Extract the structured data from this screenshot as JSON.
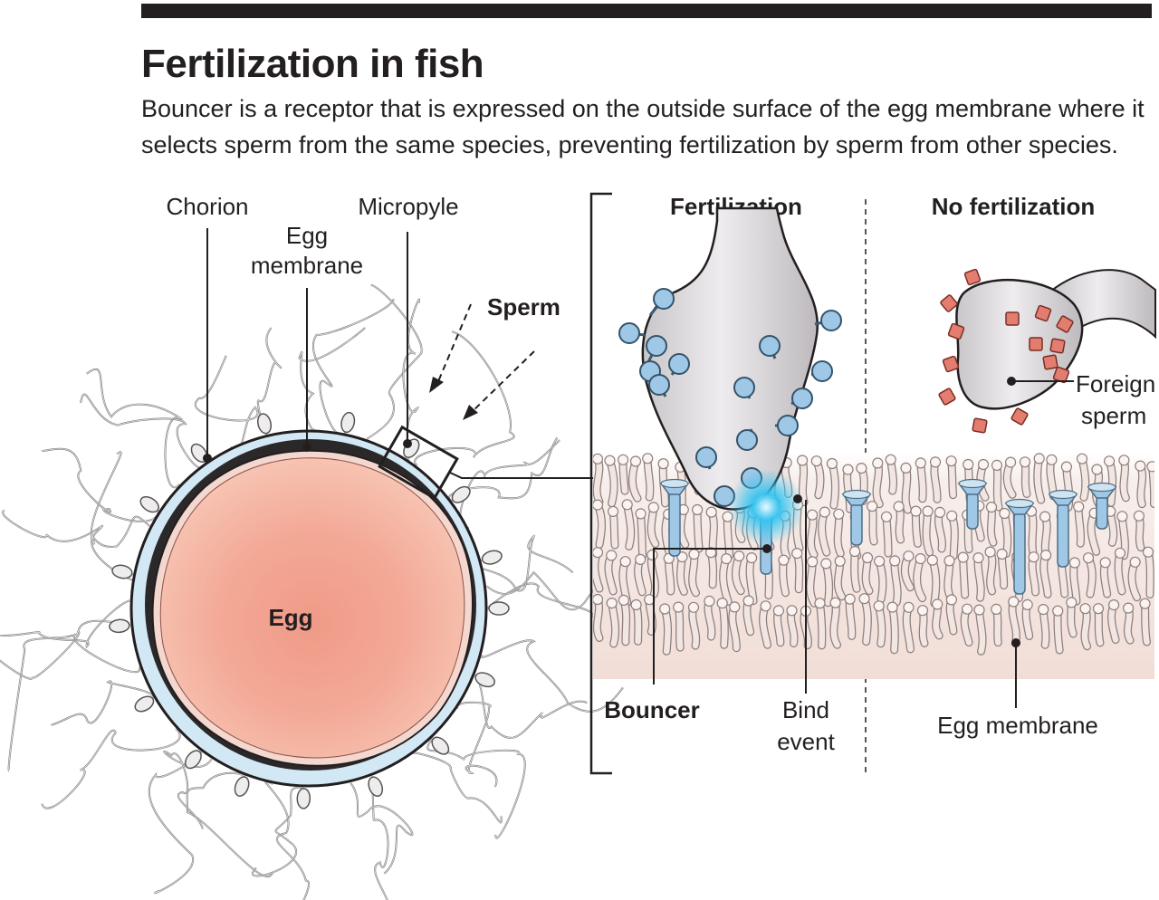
{
  "header": {
    "title": "Fertilization in fish",
    "subtitle_line1": "Bouncer is a receptor that is expressed on the outside surface of the egg membrane where it",
    "subtitle_line2": "selects sperm from the same species, preventing fertilization by sperm from other species."
  },
  "labels": {
    "chorion": "Chorion",
    "egg_membrane_top_1": "Egg",
    "egg_membrane_top_2": "membrane",
    "micropyle": "Micropyle",
    "sperm": "Sperm",
    "egg": "Egg",
    "fertilization": "Fertilization",
    "no_fertilization": "No fertilization",
    "foreign_sperm_1": "Foreign",
    "foreign_sperm_2": "sperm",
    "bouncer": "Bouncer",
    "bind_event_1": "Bind",
    "bind_event_2": "event",
    "egg_membrane_bottom": "Egg membrane"
  },
  "colors": {
    "ink": "#231f20",
    "egg_fill": "#f5b7a5",
    "egg_core": "#f19e8c",
    "chorion_fill": "#cfe6f4",
    "membrane_dark": "#2b2829",
    "sperm_body": "#e4e1e3",
    "bouncer_blue": "#9fc8e6",
    "foreign_red": "#e37d6f",
    "bind_glow": "#33c3f0",
    "lipid": "#f2e6e3"
  }
}
